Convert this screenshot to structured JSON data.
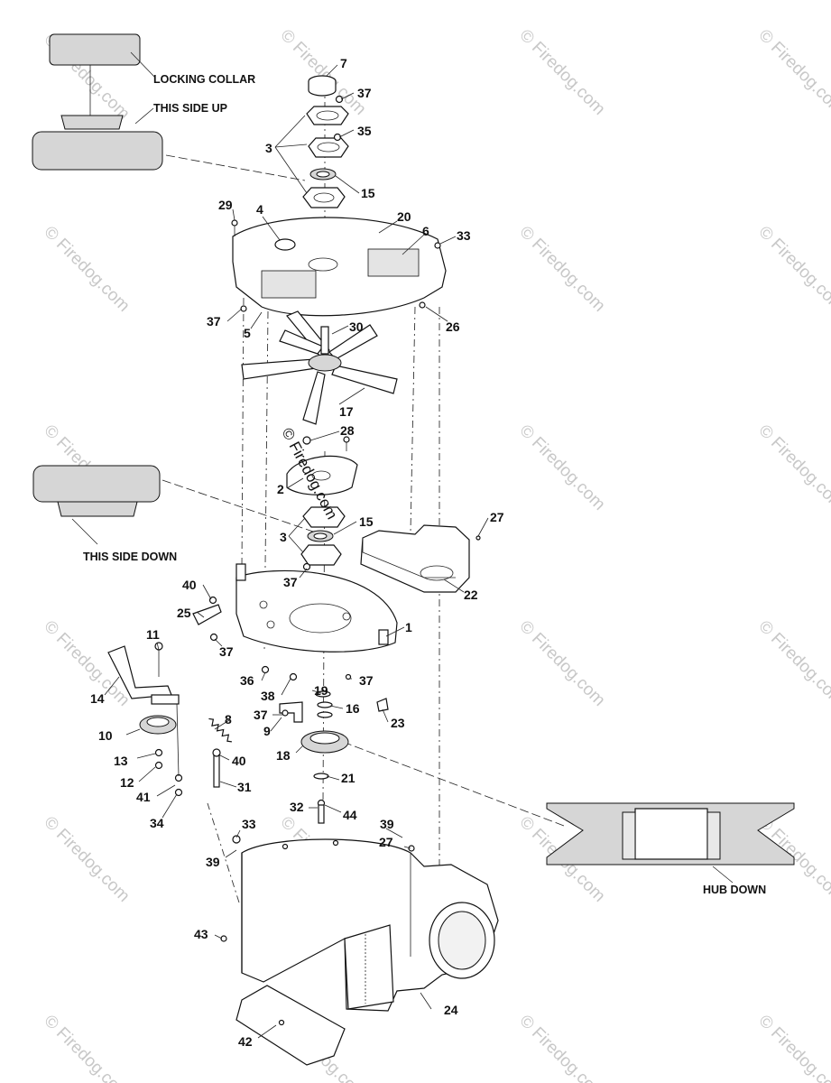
{
  "notes": {
    "locking_collar": "LOCKING COLLAR",
    "this_side_up": "THIS SIDE UP",
    "this_side_down": "THIS SIDE DOWN",
    "hub_down": "HUB DOWN"
  },
  "watermark": "© Firedog.com",
  "center_watermark": "© Firedog.com",
  "callouts": {
    "c1": "1",
    "c2": "2",
    "c3a": "3",
    "c3b": "3",
    "c4": "4",
    "c5": "5",
    "c6": "6",
    "c7": "7",
    "c8": "8",
    "c9": "9",
    "c10": "10",
    "c11": "11",
    "c12": "12",
    "c13": "13",
    "c14": "14",
    "c15a": "15",
    "c15b": "15",
    "c16": "16",
    "c17": "17",
    "c18": "18",
    "c19": "19",
    "c20": "20",
    "c21": "21",
    "c22": "22",
    "c23": "23",
    "c24": "24",
    "c25": "25",
    "c26": "26",
    "c27a": "27",
    "c27b": "27",
    "c28": "28",
    "c29": "29",
    "c30": "30",
    "c31": "31",
    "c32": "32",
    "c33a": "33",
    "c33b": "33",
    "c34": "34",
    "c35": "35",
    "c36": "36",
    "c37a": "37",
    "c37b": "37",
    "c37c": "37",
    "c37d": "37",
    "c37e": "37",
    "c37f": "37",
    "c38": "38",
    "c39a": "39",
    "c39b": "39",
    "c40a": "40",
    "c40b": "40",
    "c41": "41",
    "c42": "42",
    "c43": "43",
    "c44": "44"
  }
}
